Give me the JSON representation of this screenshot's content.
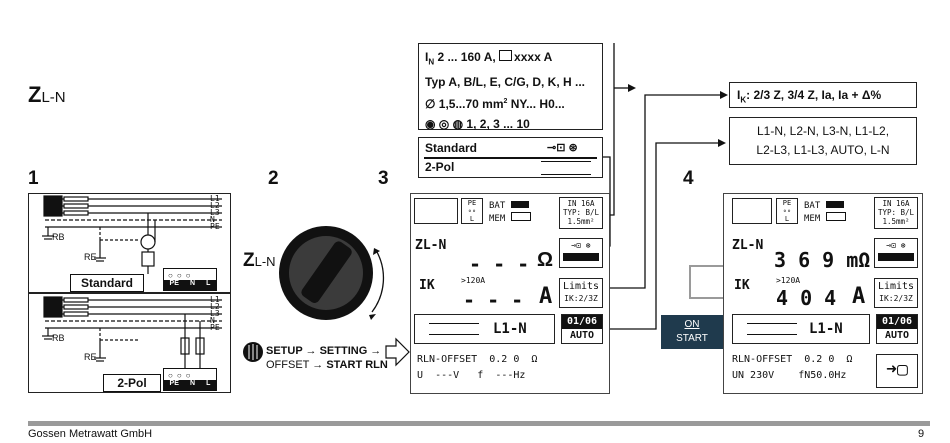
{
  "heading": {
    "main": "Z",
    "sub": "L-N"
  },
  "steps": [
    "1",
    "2",
    "3",
    "4"
  ],
  "step1": {
    "top_panel": {
      "labels": [
        "L1",
        "L2",
        "L3",
        "N",
        "PE"
      ],
      "rb": "RB",
      "re": "RE",
      "button": "Standard",
      "sockets": [
        "PE",
        "N",
        "L"
      ]
    },
    "bottom_panel": {
      "labels": [
        "L1",
        "L2",
        "L3",
        "N",
        "PE"
      ],
      "rb": "RB",
      "re": "RE",
      "button": "2-Pol",
      "sockets": [
        "PE",
        "N",
        "L"
      ]
    }
  },
  "step2": {
    "knob_label_main": "Z",
    "knob_label_sub": "L-N",
    "instr_line1": "SETUP → SETTING →",
    "instr_line2_a": "OFFSET → ",
    "instr_line2_b": "START RLN"
  },
  "info_fuses": {
    "line1_a": "I",
    "line1_sub": "N",
    "line1_b": " 2 ... 160 A, ",
    "line1_c": "xxxx A",
    "line2": "Typ A, B/L, E, C/G, D, K, H ...",
    "line3_a": "∅ 1,5...70 mm",
    "line3_sup": "2",
    "line3_b": " NY... H0...",
    "line4": "1, 2, 3 ... 10"
  },
  "info_probe": {
    "row1": "Standard",
    "row2": "2-Pol"
  },
  "info_ik": {
    "a": "I",
    "sub": "K",
    "b": ": 2/3 Z, 3/4 Z, Ia, Ia + Δ%"
  },
  "info_phases": {
    "line1": "L1-N, L2-N, L3-N, L1-L2,",
    "line2": "L2-L3, L1-L3, AUTO, L-N"
  },
  "screen3": {
    "pe_block": [
      "PE",
      "L",
      "N"
    ],
    "bat": "BAT",
    "mem": "MEM",
    "limit_box": [
      "IN 16A",
      "TYP: B/L",
      "1.5mm²"
    ],
    "z_label": "ZL-N",
    "z_value": "- - -",
    "z_unit": "Ω",
    "ik_label": "IK",
    "ik_small": ">120A",
    "ik_value": "- - -",
    "ik_unit": "A",
    "limits_btn": [
      "Limits",
      "IK:2/3Z"
    ],
    "phase": "L1-N",
    "counter": "01/06",
    "auto": "AUTO",
    "offset_label": "RLN-OFFSET",
    "offset_value": "0.2 0",
    "offset_unit": "Ω",
    "u_label": "U",
    "u_value": "---V",
    "f_label": "f",
    "f_value": "---Hz"
  },
  "on_start": {
    "line1": "ON",
    "line2": "START"
  },
  "screen4": {
    "pe_block": [
      "PE",
      "L",
      "N"
    ],
    "bat": "BAT",
    "mem": "MEM",
    "limit_box": [
      "IN 16A",
      "TYP: B/L",
      "1.5mm²"
    ],
    "z_label": "ZL-N",
    "z_value": "3 6 9 mΩ",
    "ik_label": "IK",
    "ik_small": ">120A",
    "ik_value": "4 0 4",
    "ik_unit": "A",
    "limits_btn": [
      "Limits",
      "IK:2/3Z"
    ],
    "phase": "L1-N",
    "counter": "01/06",
    "auto": "AUTO",
    "offset_label": "RLN-OFFSET",
    "offset_value": "0.2 0",
    "offset_unit": "Ω",
    "u_label": "UN 230V",
    "f_label": "fN50.0Hz"
  },
  "footer": {
    "company": "Gossen Metrawatt GmbH",
    "page": "9"
  },
  "colors": {
    "on_start_bg": "#1f3a4d",
    "footer_bar": "#9a9a9a",
    "arrow_gray": "#9a9a9a"
  }
}
